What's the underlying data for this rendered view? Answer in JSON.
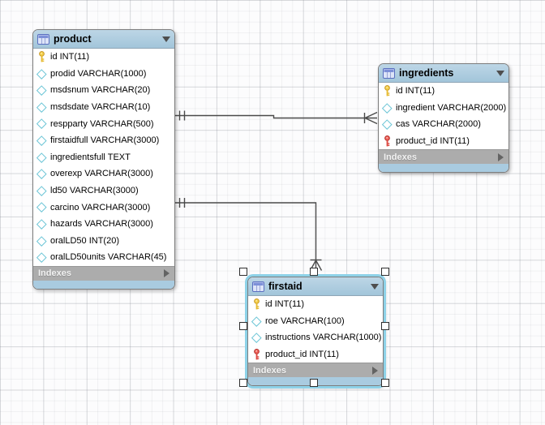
{
  "app": {
    "view": "EER Diagram"
  },
  "tables": [
    {
      "title": "product",
      "footer_label": "Indexes",
      "selected": false,
      "columns": [
        {
          "icon": "primary-key",
          "label": "id INT(11)"
        },
        {
          "icon": "column",
          "label": "prodid VARCHAR(1000)"
        },
        {
          "icon": "column",
          "label": "msdsnum VARCHAR(20)"
        },
        {
          "icon": "column",
          "label": "msdsdate VARCHAR(10)"
        },
        {
          "icon": "column",
          "label": "respparty VARCHAR(500)"
        },
        {
          "icon": "column",
          "label": "firstaidfull VARCHAR(3000)"
        },
        {
          "icon": "column",
          "label": "ingredientsfull TEXT"
        },
        {
          "icon": "column",
          "label": "overexp VARCHAR(3000)"
        },
        {
          "icon": "column",
          "label": "ld50 VARCHAR(3000)"
        },
        {
          "icon": "column",
          "label": "carcino VARCHAR(3000)"
        },
        {
          "icon": "column",
          "label": "hazards VARCHAR(3000)"
        },
        {
          "icon": "column",
          "label": "oralLD50 INT(20)"
        },
        {
          "icon": "column",
          "label": "oralLD50units VARCHAR(45)"
        }
      ]
    },
    {
      "title": "ingredients",
      "footer_label": "Indexes",
      "selected": false,
      "columns": [
        {
          "icon": "primary-key",
          "label": "id INT(11)"
        },
        {
          "icon": "column",
          "label": "ingredient VARCHAR(2000)"
        },
        {
          "icon": "column",
          "label": "cas VARCHAR(2000)"
        },
        {
          "icon": "foreign-key",
          "label": "product_id INT(11)"
        }
      ]
    },
    {
      "title": "firstaid",
      "footer_label": "Indexes",
      "selected": true,
      "columns": [
        {
          "icon": "primary-key",
          "label": "id INT(11)"
        },
        {
          "icon": "column",
          "label": "roe VARCHAR(100)"
        },
        {
          "icon": "column",
          "label": "instructions VARCHAR(1000)"
        },
        {
          "icon": "foreign-key",
          "label": "product_id INT(11)"
        }
      ]
    }
  ],
  "connections": [
    {
      "from": "product",
      "to": "ingredients",
      "from_end": "one-exactly (||)",
      "to_end": "many (crow's foot)",
      "line_style": "solid-identifying"
    },
    {
      "from": "product",
      "to": "firstaid",
      "from_end": "one-exactly (||)",
      "to_end": "many (crow's foot)",
      "line_style": "solid-identifying"
    }
  ],
  "colors": {
    "table_header": "#a9c9de",
    "table_bottom_strip": "#a9cbe0",
    "indexes_bar": "#acacac",
    "primary_key_icon": "#edc93f",
    "foreign_key_icon": "#e9554f",
    "column_icon": "#6cc5d6",
    "relationship_line": "#4a4a4a",
    "selection_glow": "#8ed2e8"
  }
}
